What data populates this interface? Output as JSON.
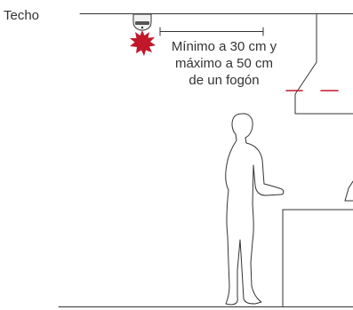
{
  "ceiling_label": "Techo",
  "distance_note": {
    "line1": "Mínimo a 30 cm y",
    "line2": "máximo a 50 cm",
    "line3": "de un fogón"
  },
  "colors": {
    "line": "#333333",
    "accent": "#c0182a",
    "text": "#333333"
  },
  "icons": {
    "detector": "smoke-detector-icon",
    "alarm": "alarm-burst-icon",
    "person": "person-silhouette-icon"
  }
}
